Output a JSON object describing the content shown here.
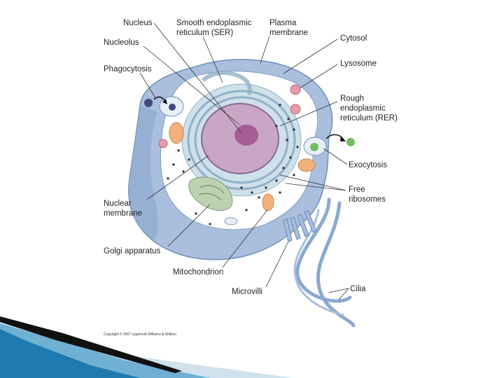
{
  "diagram": {
    "labels": {
      "nucleus": "Nucleus",
      "ser_line1": "Smooth endoplasmic",
      "ser_line2": "reticulum (SER)",
      "plasma_line1": "Plasma",
      "plasma_line2": "membrane",
      "nucleolus": "Nucleolus",
      "phagocytosis": "Phagocytosis",
      "cytosol": "Cytosol",
      "lysosome": "Lysosome",
      "rer_line1": "Rough",
      "rer_line2": "endoplasmic",
      "rer_line3": "reticulum (RER)",
      "exocytosis": "Exocytosis",
      "free_ribo_line1": "Free",
      "free_ribo_line2": "ribosomes",
      "nuclear_line1": "Nuclear",
      "nuclear_line2": "membrane",
      "golgi": "Golgi apparatus",
      "mitochondrion": "Mitochondrion",
      "microvilli": "Microvilli",
      "cilia": "Cilia"
    },
    "copyright": "Copyright © 2007 Lippincott Williams & Wilkins."
  },
  "colors": {
    "cell_body": "#a9bfdd",
    "cytoplasm": "#ffffff",
    "nucleus": "#c9a6c6",
    "nucleolus": "#a65c95",
    "er": "#8fb2c6",
    "golgi": "#bcd2b0",
    "mitochondria": "#f0b27a",
    "lysosome": "#e79aa8",
    "vesicle_green": "#6fbf5f",
    "phago_particle": "#3f4a7a",
    "accent_blue": "#1f7ab0"
  }
}
